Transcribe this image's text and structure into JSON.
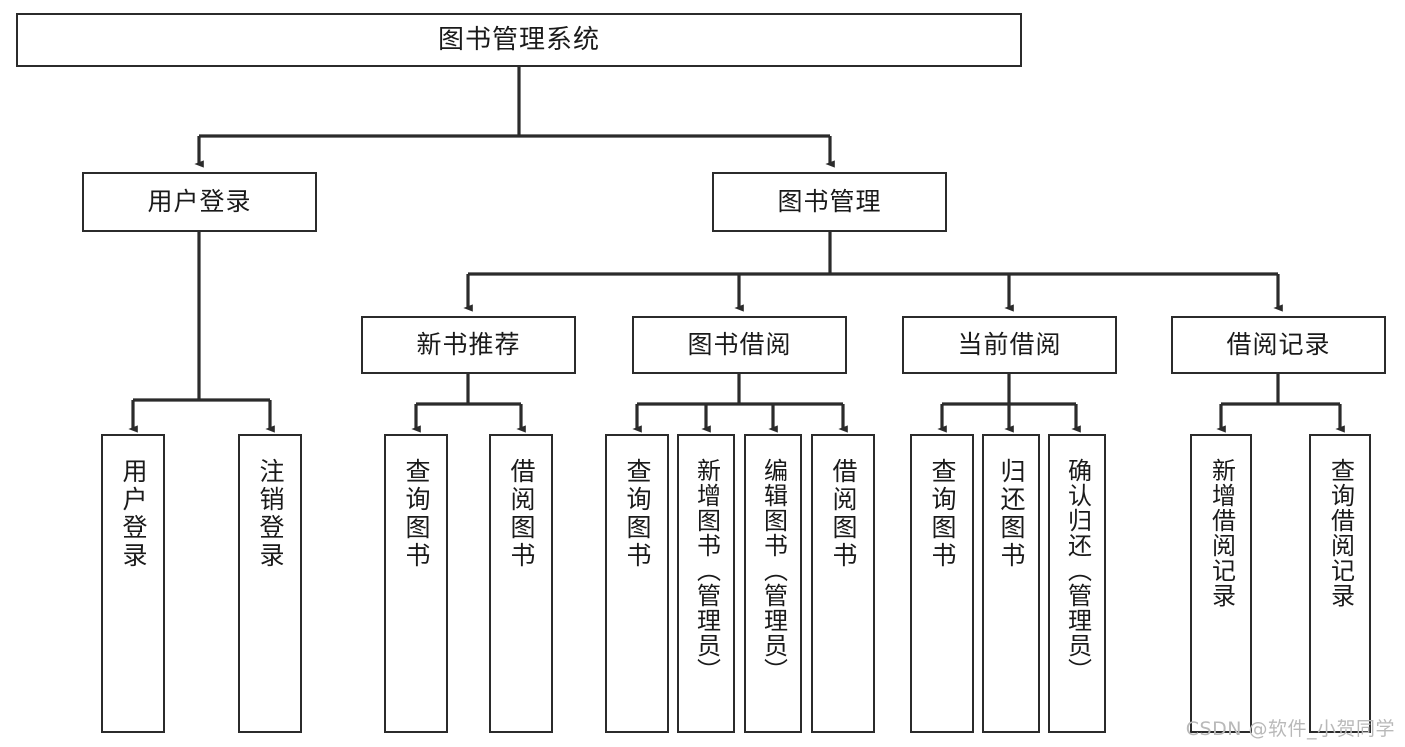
{
  "diagram": {
    "title": "图书管理系统",
    "type": "tree-hierarchy-diagram",
    "colors": {
      "box_border": "#2b2b2b",
      "box_fill": "#ffffff",
      "connector": "#2b2b2b",
      "text": "#1a1a1a",
      "watermark": "#b9b9b9"
    },
    "root": {
      "label": "图书管理系统"
    },
    "level2": [
      {
        "label": "用户登录"
      },
      {
        "label": "图书管理"
      }
    ],
    "level3": [
      {
        "label": "新书推荐"
      },
      {
        "label": "图书借阅"
      },
      {
        "label": "当前借阅"
      },
      {
        "label": "借阅记录"
      }
    ],
    "leaves": {
      "user_login": [
        {
          "label": "用户登录"
        },
        {
          "label": "注销登录"
        }
      ],
      "new_book_recommend": [
        {
          "label": "查询图书"
        },
        {
          "label": "借阅图书"
        }
      ],
      "book_borrow": [
        {
          "label": "查询图书"
        },
        {
          "label": "新增图书（管理员）"
        },
        {
          "label": "编辑图书（管理员）"
        },
        {
          "label": "借阅图书"
        }
      ],
      "current_borrow": [
        {
          "label": "查询图书"
        },
        {
          "label": "归还图书"
        },
        {
          "label": "确认归还（管理员）"
        }
      ],
      "borrow_record": [
        {
          "label": "新增借阅记录"
        },
        {
          "label": "查询借阅记录"
        }
      ]
    },
    "watermark": "CSDN @软件_小贺同学"
  }
}
